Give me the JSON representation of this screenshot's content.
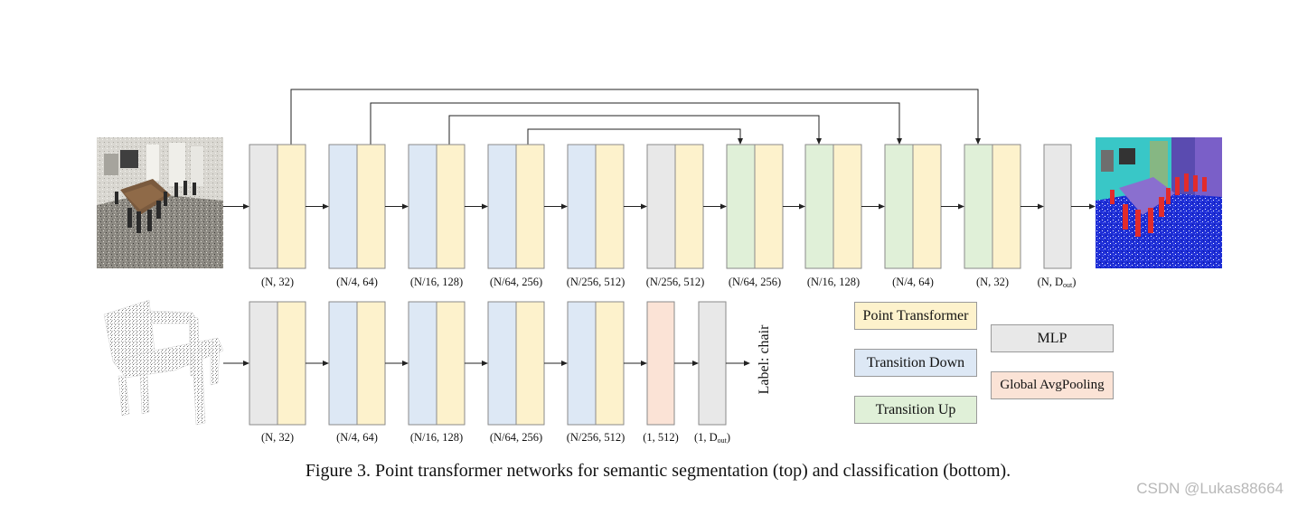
{
  "colors": {
    "point_transformer": "#fdf2cc",
    "transition_down": "#dde8f5",
    "transition_up": "#e0f0d8",
    "mlp": "#e8e8e8",
    "global_avgpooling": "#fbe3d6",
    "border": "#8a8a8a"
  },
  "segmentation_labels": [
    "(N, 32)",
    "(N/4, 64)",
    "(N/16, 128)",
    "(N/64, 256)",
    "(N/256, 512)",
    "(N/256, 512)",
    "(N/64, 256)",
    "(N/16, 128)",
    "(N/4, 64)",
    "(N, 32)"
  ],
  "segmentation_last_label": {
    "main": "(N, D",
    "sub": "out",
    "end": ")"
  },
  "classification_labels": [
    "(N, 32)",
    "(N/4, 64)",
    "(N/16, 128)",
    "(N/64, 256)",
    "(N/256, 512)",
    "(1, 512)"
  ],
  "classification_last_label": {
    "main": "(1, D",
    "sub": "out",
    "end": ")"
  },
  "output_label": "Label: chair",
  "legend": {
    "point_transformer": "Point Transformer",
    "transition_down": "Transition Down",
    "transition_up": "Transition Up",
    "mlp": "MLP",
    "global_avgpooling": "Global AvgPooling"
  },
  "caption": "Figure 3. Point transformer networks for semantic segmentation (top) and classification (bottom).",
  "watermark": "CSDN @Lukas88664"
}
